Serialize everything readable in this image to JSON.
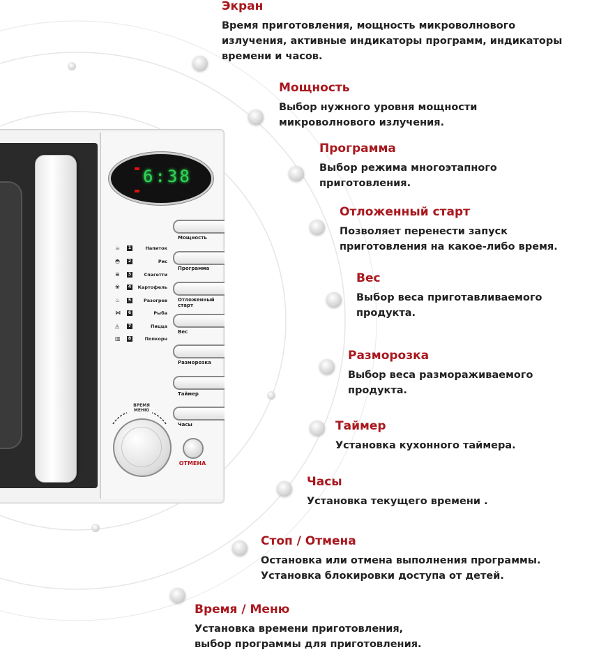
{
  "display": {
    "time": "6:38"
  },
  "buttons": {
    "power": "Мощность",
    "program": "Программа",
    "delayed_start": "Отложенный старт",
    "weight": "Вес",
    "defrost": "Разморозка",
    "timer": "Таймер",
    "clock": "Часы"
  },
  "programs": [
    {
      "num": "1",
      "icon": "cup-icon",
      "label": "Напиток"
    },
    {
      "num": "2",
      "icon": "rice-bowl-icon",
      "label": "Рис"
    },
    {
      "num": "3",
      "icon": "spaghetti-icon",
      "label": "Спагетти"
    },
    {
      "num": "4",
      "icon": "potato-icon",
      "label": "Картофель"
    },
    {
      "num": "5",
      "icon": "reheat-icon",
      "label": "Разогрев"
    },
    {
      "num": "6",
      "icon": "fish-icon",
      "label": "Рыба"
    },
    {
      "num": "7",
      "icon": "pizza-icon",
      "label": "Пицца"
    },
    {
      "num": "8",
      "icon": "popcorn-icon",
      "label": "Попкорн"
    }
  ],
  "knob_label": "ВРЕМЯ\nМЕНЮ",
  "stop_label": "ОТМЕНА",
  "callouts": [
    {
      "title": "Экран",
      "desc": "Время приготовления, мощность микроволнового\nизлучения, активные индикаторы программ, индикаторы\nвремени и часов."
    },
    {
      "title": "Мощность",
      "desc": "Выбор нужного уровня мощности\nмикроволнового излучения."
    },
    {
      "title": "Программа",
      "desc": "Выбор режима многоэтапного\nприготовления."
    },
    {
      "title": "Отложенный старт",
      "desc": "Позволяет перенести запуск\nприготовления на какое-либо время."
    },
    {
      "title": "Вес",
      "desc": "Выбор веса приготавливаемого\nпродукта."
    },
    {
      "title": "Разморозка",
      "desc": "Выбор веса размораживаемого\nпродукта."
    },
    {
      "title": "Таймер",
      "desc": "Установка кухонного таймера."
    },
    {
      "title": "Часы",
      "desc": "Установка текущего времени ."
    },
    {
      "title": "Стоп / Отмена",
      "desc": "Остановка или отмена выполнения программы.\nУстановка блокировки доступа от детей."
    },
    {
      "title": "Время / Меню",
      "desc": "Установка времени приготовления,\nвыбор программы для приготовления."
    }
  ]
}
